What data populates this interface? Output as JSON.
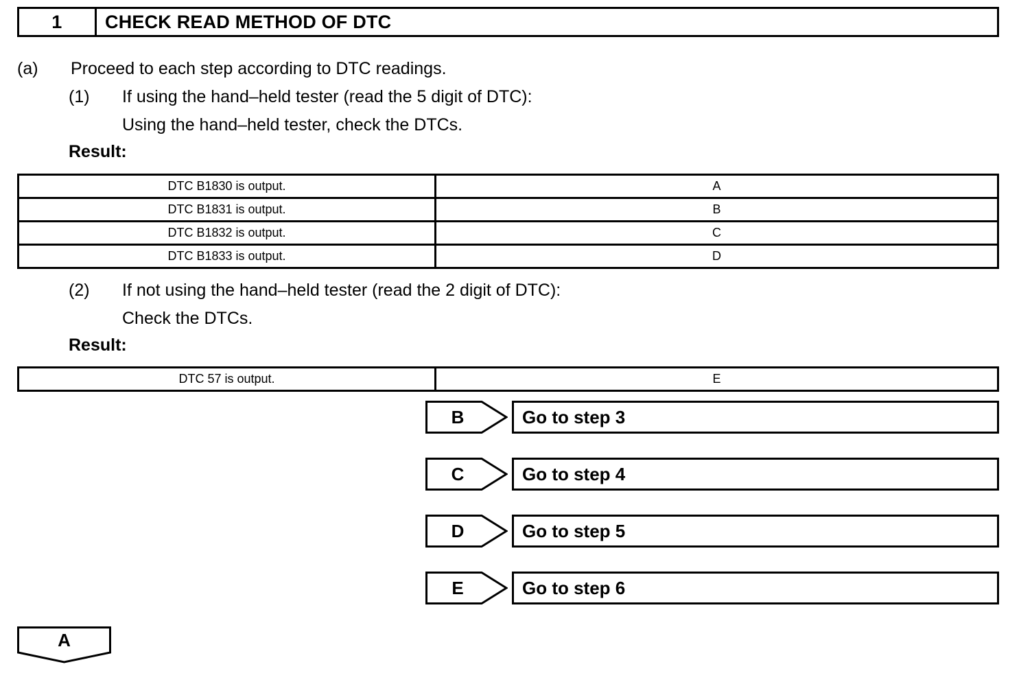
{
  "step_header": {
    "number": "1",
    "title": "CHECK READ METHOD OF DTC"
  },
  "body": {
    "item_a_marker": "(a)",
    "item_a_text": "Proceed to each step according to DTC readings.",
    "sub1_marker": "(1)",
    "sub1_line1": "If using the hand–held tester (read the 5 digit of DTC):",
    "sub1_line2": "Using the hand–held tester, check the DTCs.",
    "result_label_1": "Result:",
    "sub2_marker": "(2)",
    "sub2_line1": "If not using the hand–held tester (read the 2 digit of DTC):",
    "sub2_line2": "Check the DTCs.",
    "result_label_2": "Result:"
  },
  "result_table_1": {
    "rows": [
      {
        "condition": "DTC B1830 is output.",
        "result": "A"
      },
      {
        "condition": "DTC B1831 is output.",
        "result": "B"
      },
      {
        "condition": "DTC B1832 is output.",
        "result": "C"
      },
      {
        "condition": "DTC B1833 is output.",
        "result": "D"
      }
    ]
  },
  "result_table_2": {
    "rows": [
      {
        "condition": "DTC 57 is output.",
        "result": "E"
      }
    ]
  },
  "jumps": [
    {
      "tag": "B",
      "action": "Go to step 3"
    },
    {
      "tag": "C",
      "action": "Go to step 4"
    },
    {
      "tag": "D",
      "action": "Go to step 5"
    },
    {
      "tag": "E",
      "action": "Go to step 6"
    }
  ],
  "connector": {
    "tag": "A"
  },
  "colors": {
    "ink": "#000000",
    "page": "#ffffff"
  }
}
